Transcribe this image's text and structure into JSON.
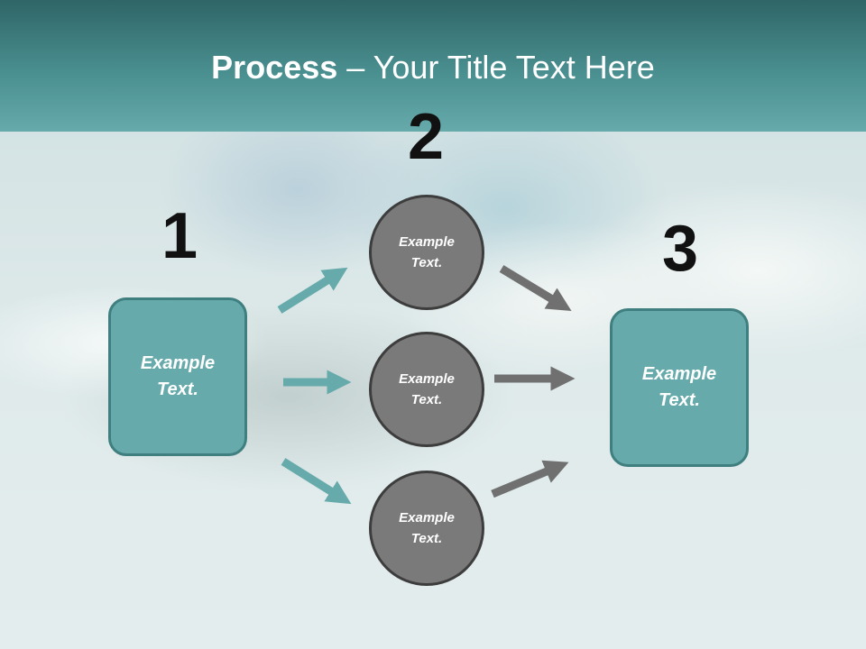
{
  "title": {
    "bold": "Process",
    "rest": " – Your Title Text Here"
  },
  "steps": [
    {
      "number": "1",
      "box": {
        "line1": "Example",
        "line2": "Text."
      }
    },
    {
      "number": "2",
      "circles": [
        {
          "line1": "Example",
          "line2": "Text."
        },
        {
          "line1": "Example",
          "line2": "Text."
        },
        {
          "line1": "Example",
          "line2": "Text."
        }
      ]
    },
    {
      "number": "3",
      "box": {
        "line1": "Example",
        "line2": "Text."
      }
    }
  ],
  "colors": {
    "header": "#4a8f90",
    "teal_box": "#66aaab",
    "teal_arrow": "#66aaab",
    "circle_fill": "#7a7a7a",
    "grey_arrow": "#707070"
  }
}
